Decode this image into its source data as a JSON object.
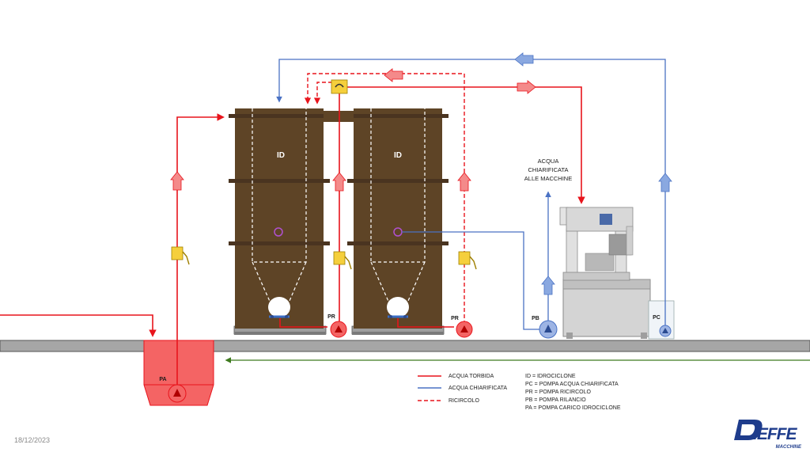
{
  "tanks": [
    {
      "label": "ID"
    },
    {
      "label": "ID"
    }
  ],
  "pumps": {
    "pr1": "PR",
    "pr2": "PR",
    "pb": "PB",
    "pc": "PC",
    "pa": "PA"
  },
  "destination": {
    "line1": "ACQUA",
    "line2": "CHIARIFICATA",
    "line3": "ALLE MACCHINE"
  },
  "legend": {
    "lines": [
      {
        "label": "ACQUA TORBIDA",
        "color": "#e8141c",
        "style": "solid"
      },
      {
        "label": "ACQUA CHIARIFICATA",
        "color": "#4a72c4",
        "style": "solid"
      },
      {
        "label": "RICIRCOLO",
        "color": "#e8141c",
        "style": "dashed"
      }
    ],
    "abbreviations": [
      "ID = IDROCICLONE",
      "PC = POMPA ACQUA CHIARIFICATA",
      "PR = POMPA RICIRCOLO",
      "PB = POMPA RILANCIO",
      "PA = POMPA CARICO IDROCICLONE"
    ]
  },
  "footer": {
    "date": "18/12/2023",
    "logo_main": "DIEFFE",
    "logo_sub": "MACCHINE"
  },
  "colors": {
    "turbid": "#e8141c",
    "clarified": "#4a72c4",
    "return": "#3e7a1e",
    "tank": "#5e4426",
    "floor": "#a6a6a6",
    "valve": "#f5cf3c",
    "logo": "#1e3c8c"
  }
}
